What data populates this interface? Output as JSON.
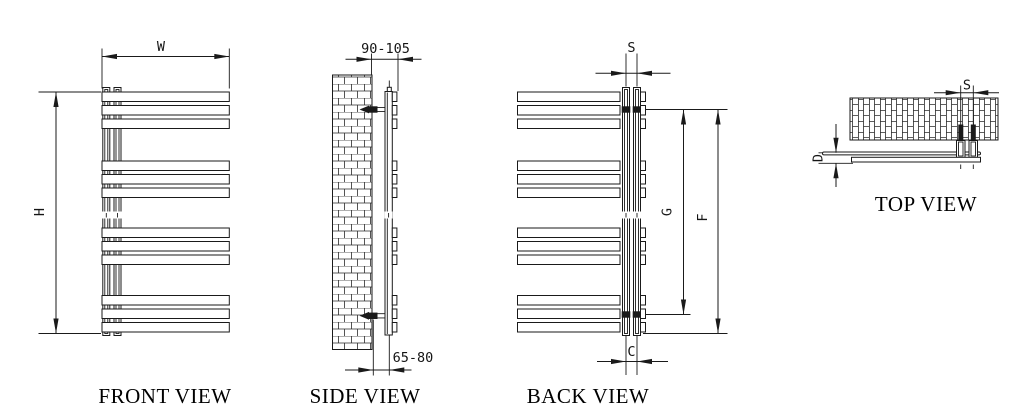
{
  "views": {
    "front": {
      "label": "FRONT VIEW",
      "dim_width": "W",
      "dim_height": "H"
    },
    "side": {
      "label": "SIDE VIEW",
      "dim_wall_to_front": "90-105",
      "dim_wall_to_pipe": "65-80"
    },
    "back": {
      "label": "BACK VIEW",
      "dim_pipe_gap_top": "S",
      "dim_pipe_gap_bottom": "C",
      "dim_connection_span": "G",
      "dim_pipe_height": "F"
    },
    "top": {
      "label": "TOP VIEW",
      "dim_pipe_gap": "S",
      "dim_depth": "D"
    }
  },
  "colors": {
    "line": "#1a1a1a",
    "background": "#ffffff"
  }
}
